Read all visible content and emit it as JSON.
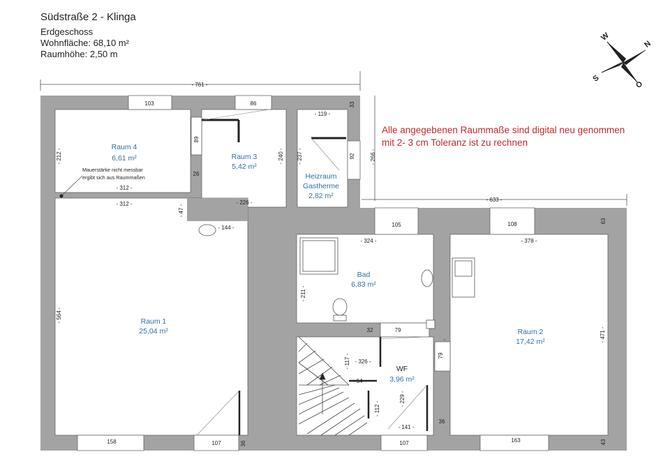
{
  "header": {
    "title": "Südstraße 2 - Klinga",
    "floor": "Erdgeschoss",
    "living_area": "Wohnfläche: 68,10 m²",
    "room_height": "Raumhöhe: 2,50 m"
  },
  "note": {
    "line1": "Alle angegebenen Raummaße sind digital neu genommen",
    "line2": "mit 2- 3 cm Toleranz ist zu rechnen"
  },
  "compass": {
    "w": "W",
    "n": "N",
    "s": "S",
    "o": "O"
  },
  "rooms": {
    "raum4": {
      "name": "Raum 4",
      "area": "6,61 m²"
    },
    "raum3": {
      "name": "Raum 3",
      "area": "5,42 m²"
    },
    "heizraum": {
      "name1": "Heizraum",
      "name2": "Gastherme",
      "area": "2,82 m²"
    },
    "raum1": {
      "name": "Raum 1",
      "area": "25,04 m²"
    },
    "bad": {
      "name": "Bad",
      "area": "6,83 m²"
    },
    "raum2": {
      "name": "Raum 2",
      "area": "17,42 m²"
    },
    "wf": {
      "name": "WF",
      "area": "3,96 m²"
    }
  },
  "wall_note": {
    "line1": "Mauerstärke nicht messbar",
    "line2": "ergibt sich aus Raummaßen"
  },
  "dims": {
    "total_top": "- 761 -",
    "right_total": "- 633 -",
    "d_266": "- 266 -",
    "d_103": "103",
    "d_86": "86",
    "d_33": "33",
    "d_119": "- 119 -",
    "d_212": "- 212 -",
    "d_89": "89",
    "d_26": "26",
    "d_240": "- 240 -",
    "d_237": "- 237 -",
    "d_92": "92",
    "d_312a": "- 312 -",
    "d_312b": "- 312 -",
    "d_226": "- 226 -",
    "d_47": "- 47 -",
    "d_144": "- 144 -",
    "d_105": "105",
    "d_108": "108",
    "d_63": "63",
    "d_324": "- 324 -",
    "d_378": "- 378 -",
    "d_211": "- 211 -",
    "d_564": "- 564 -",
    "d_471": "- 471 -",
    "d_32": "32",
    "d_79a": "79",
    "d_79b": "79",
    "d_117": "- 117 -",
    "d_326": "- 326 -",
    "d_64": "- 64 -",
    "d_112": "- 112 -",
    "d_229": "- 229 -",
    "d_141": "- 141 -",
    "d_36a": "36",
    "d_36b": "36",
    "d_158": "158",
    "d_107a": "107",
    "d_107b": "107",
    "d_163": "163",
    "d_43": "43"
  }
}
